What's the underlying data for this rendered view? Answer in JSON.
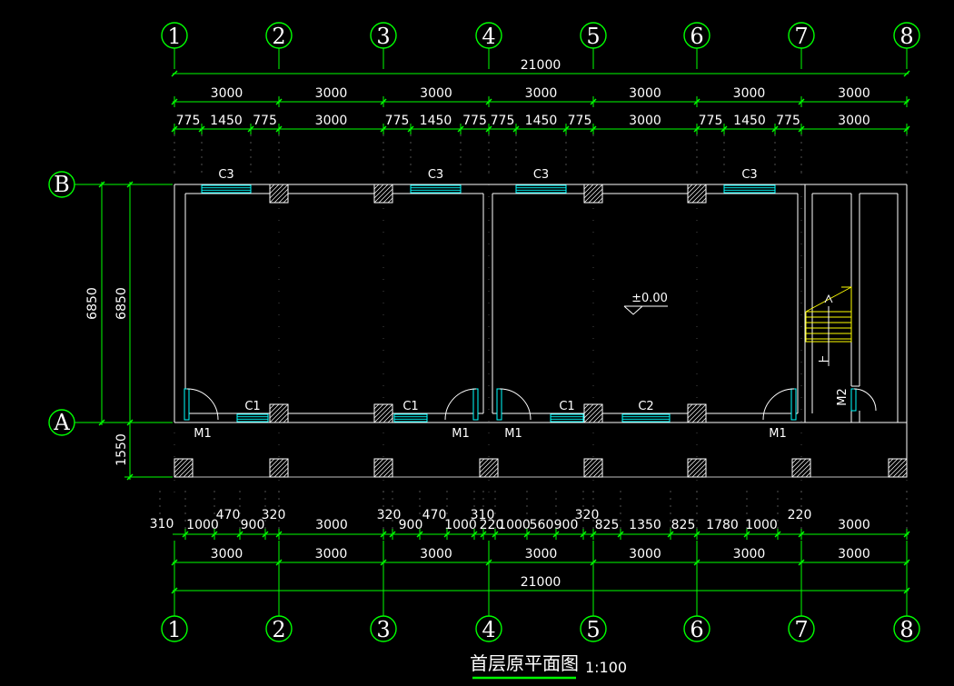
{
  "title": "首层原平面图",
  "scale": "1:100",
  "level_mark": "±0.00",
  "stair_label": "上",
  "axes": {
    "vertical": [
      "1",
      "2",
      "3",
      "4",
      "5",
      "6",
      "7",
      "8"
    ],
    "horizontal": [
      "B",
      "A"
    ]
  },
  "dims_top": {
    "overall": "21000",
    "bays": [
      "3000",
      "3000",
      "3000",
      "3000",
      "3000",
      "3000",
      "3000"
    ],
    "detail": [
      "775",
      "1450",
      "775",
      "3000",
      "775",
      "1450",
      "775",
      "775",
      "1450",
      "775",
      "3000",
      "775",
      "1450",
      "775",
      "3000"
    ]
  },
  "dims_bottom": {
    "detail": [
      "310",
      "1000",
      "470",
      "900",
      "320",
      "3000",
      "320",
      "900",
      "470",
      "1000",
      "310",
      "220",
      "1000",
      "560",
      "900",
      "320",
      "825",
      "1350",
      "825",
      "1780",
      "1000",
      "220",
      "3000"
    ],
    "bays": [
      "3000",
      "3000",
      "3000",
      "3000",
      "3000",
      "3000",
      "3000"
    ],
    "overall": "21000"
  },
  "dims_left": {
    "outer": "6850",
    "inner": "6850",
    "lower": "1550"
  },
  "windows": {
    "top": [
      "C3",
      "C3",
      "C3",
      "C3"
    ],
    "bottom": [
      "C1",
      "C1",
      "C1",
      "C2"
    ]
  },
  "doors": [
    "M1",
    "M1",
    "M1",
    "M1",
    "M2"
  ],
  "colors": {
    "background": "#000000",
    "dimension": "#00ff00",
    "wall": "#ffffff",
    "window": "#00ffff",
    "stair": "#ffff00",
    "text": "#ffffff"
  }
}
